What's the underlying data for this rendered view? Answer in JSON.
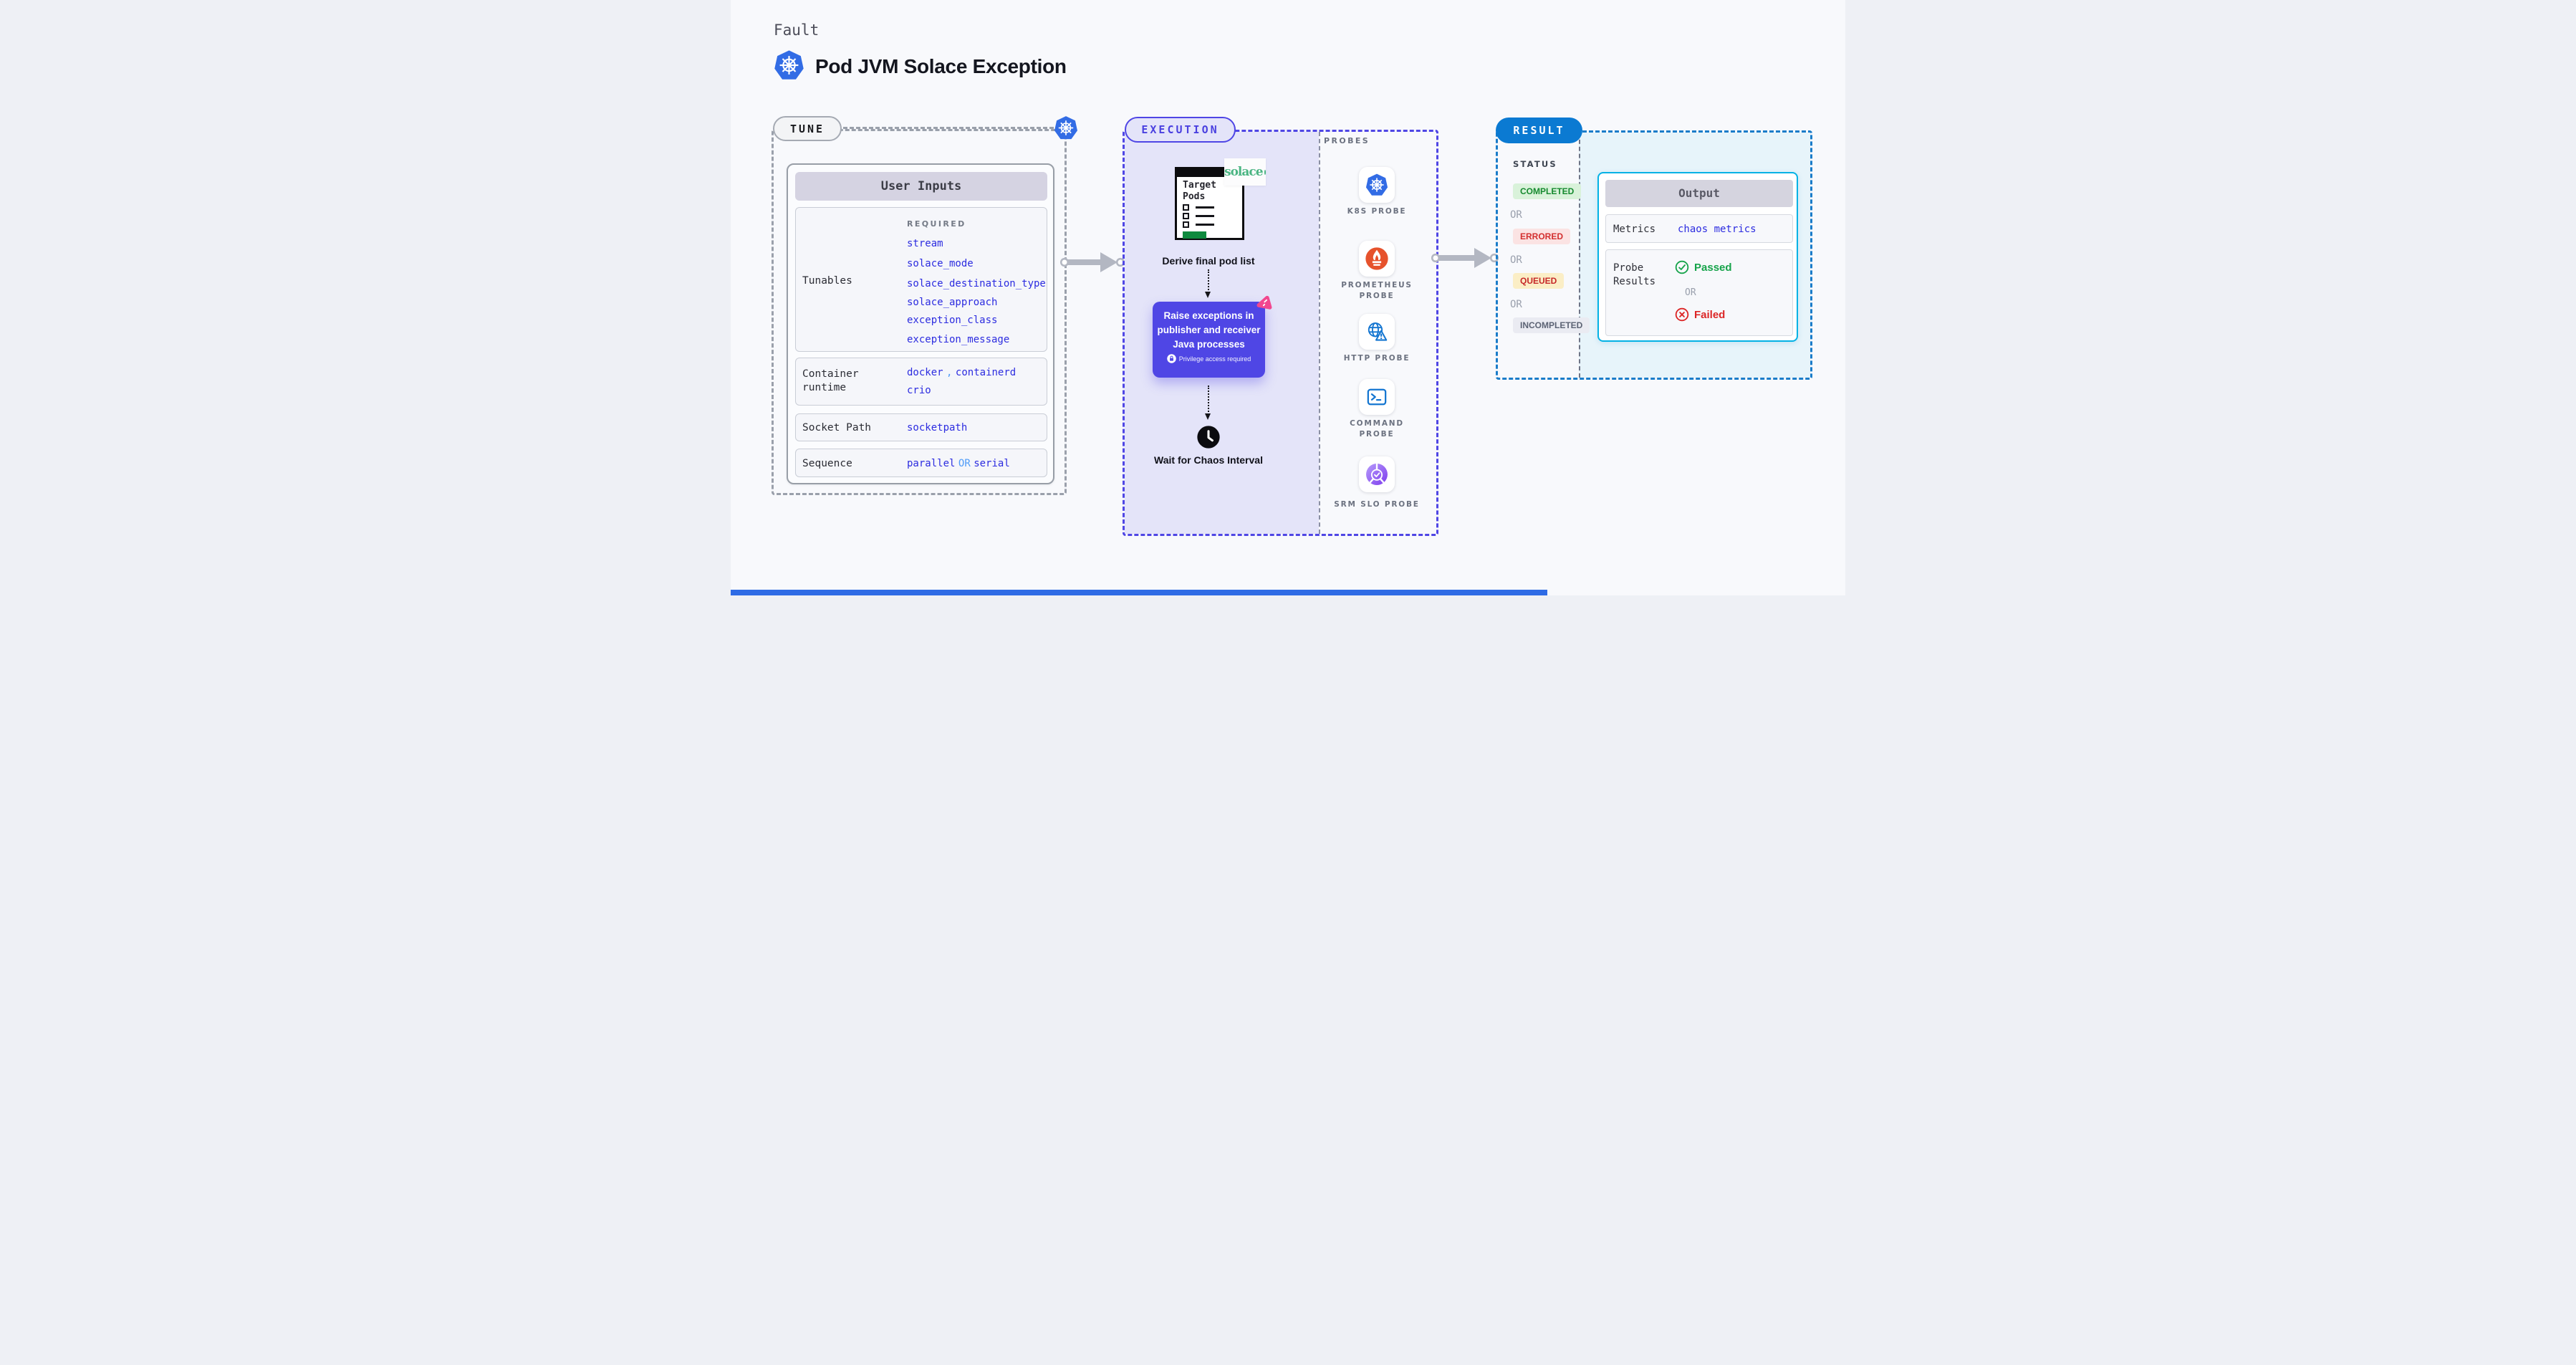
{
  "header": {
    "kicker": "Fault",
    "title": "Pod JVM Solace Exception"
  },
  "tune": {
    "badge": "TUNE",
    "card_title": "User Inputs",
    "tunables_label": "Tunables",
    "required_label": "REQUIRED",
    "required_items": [
      "stream",
      "solace_mode",
      "solace_destination_type",
      "solace_approach",
      "exception_class",
      "exception_message"
    ],
    "container_runtime": {
      "label": "Container runtime",
      "v1": "docker",
      "sep": ",",
      "v2": "containerd",
      "v3": "crio"
    },
    "socket_path": {
      "label": "Socket Path",
      "value": "socketpath"
    },
    "sequence": {
      "label": "Sequence",
      "v1": "parallel",
      "or": "OR",
      "v2": "serial"
    }
  },
  "execution": {
    "badge": "EXECUTION",
    "target_window": {
      "line1": "Target",
      "line2": "Pods"
    },
    "solace_logo": "solace",
    "step_derive": "Derive final pod list",
    "action": {
      "text": "Raise exceptions in publisher and receiver Java processes",
      "privilege": "Privilege access required"
    },
    "step_wait": "Wait for Chaos Interval"
  },
  "probes": {
    "label": "PROBES",
    "items": [
      {
        "label": "K8S PROBE",
        "icon": "kubernetes-icon"
      },
      {
        "label": "PROMETHEUS PROBE",
        "icon": "prometheus-icon"
      },
      {
        "label": "HTTP PROBE",
        "icon": "globe-warning-icon"
      },
      {
        "label": "COMMAND PROBE",
        "icon": "terminal-icon"
      },
      {
        "label": "SRM SLO PROBE",
        "icon": "slo-check-icon"
      }
    ]
  },
  "result": {
    "badge": "RESULT",
    "status": {
      "label": "STATUS",
      "completed": "COMPLETED",
      "or1": "OR",
      "errored": "ERRORED",
      "or2": "OR",
      "queued": "QUEUED",
      "or3": "OR",
      "incompleted": "INCOMPLETED"
    },
    "output": {
      "title": "Output",
      "metrics_label": "Metrics",
      "metrics_value": "chaos metrics",
      "probe_label": "Probe Results",
      "passed": "Passed",
      "or": "OR",
      "failed": "Failed"
    }
  },
  "colors": {
    "kubernetes_blue": "#326ce5",
    "execution_indigo": "#4f46e5",
    "result_blue": "#0b7ad2",
    "output_cyan": "#04b2e5",
    "passed_green": "#16a34a",
    "failed_red": "#dc2626",
    "solace_green": "#4bb583",
    "link_blue": "#2c2ce0",
    "prometheus_orange": "#e6522c"
  }
}
